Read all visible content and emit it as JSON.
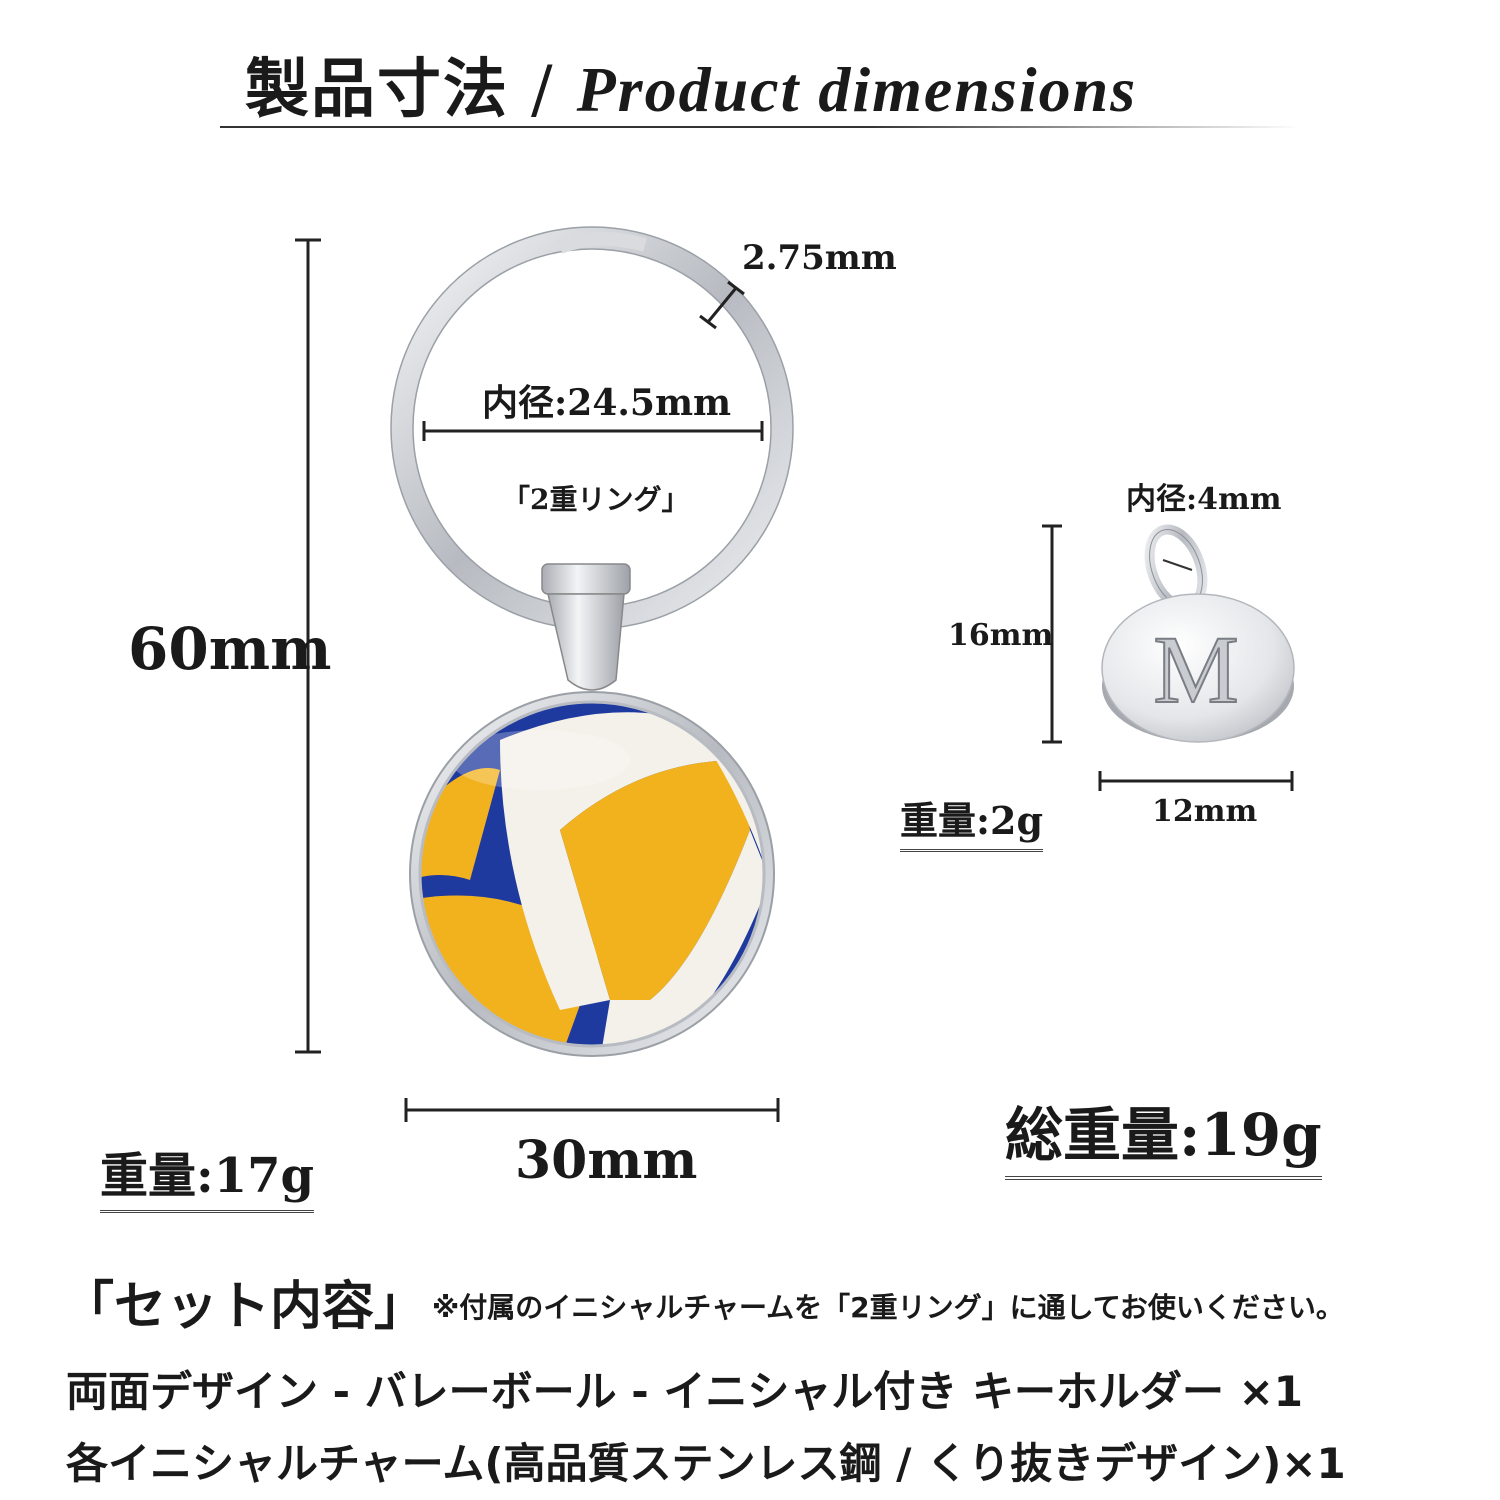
{
  "header": {
    "title_jp": "製品寸法",
    "separator": "/",
    "title_en": "Product dimensions"
  },
  "keychain": {
    "height": "60mm",
    "width": "30mm",
    "ring_thickness": "2.75mm",
    "inner_diameter": "内径:24.5mm",
    "ring_name": "「2重リング」",
    "weight": "重量:17g"
  },
  "charm": {
    "inner_diameter": "内径:4mm",
    "height": "16mm",
    "width": "12mm",
    "letter": "M",
    "weight": "重量:2g"
  },
  "total_weight": "総重量:19g",
  "set_contents": {
    "title": "「セット内容」",
    "note": "※付属のイニシャルチャームを「2重リング」に通してお使いください。",
    "item1": "両面デザイン - バレーボール - イニシャル付き キーホルダー ×1",
    "item2": "各イニシャルチャーム(高品質ステンレス鋼 / くり抜きデザイン)×1"
  },
  "colors": {
    "ball_blue": "#1f3a9e",
    "ball_yellow": "#f2b21e",
    "ball_white": "#f4f1ea",
    "metal": "#c9ccd1"
  }
}
